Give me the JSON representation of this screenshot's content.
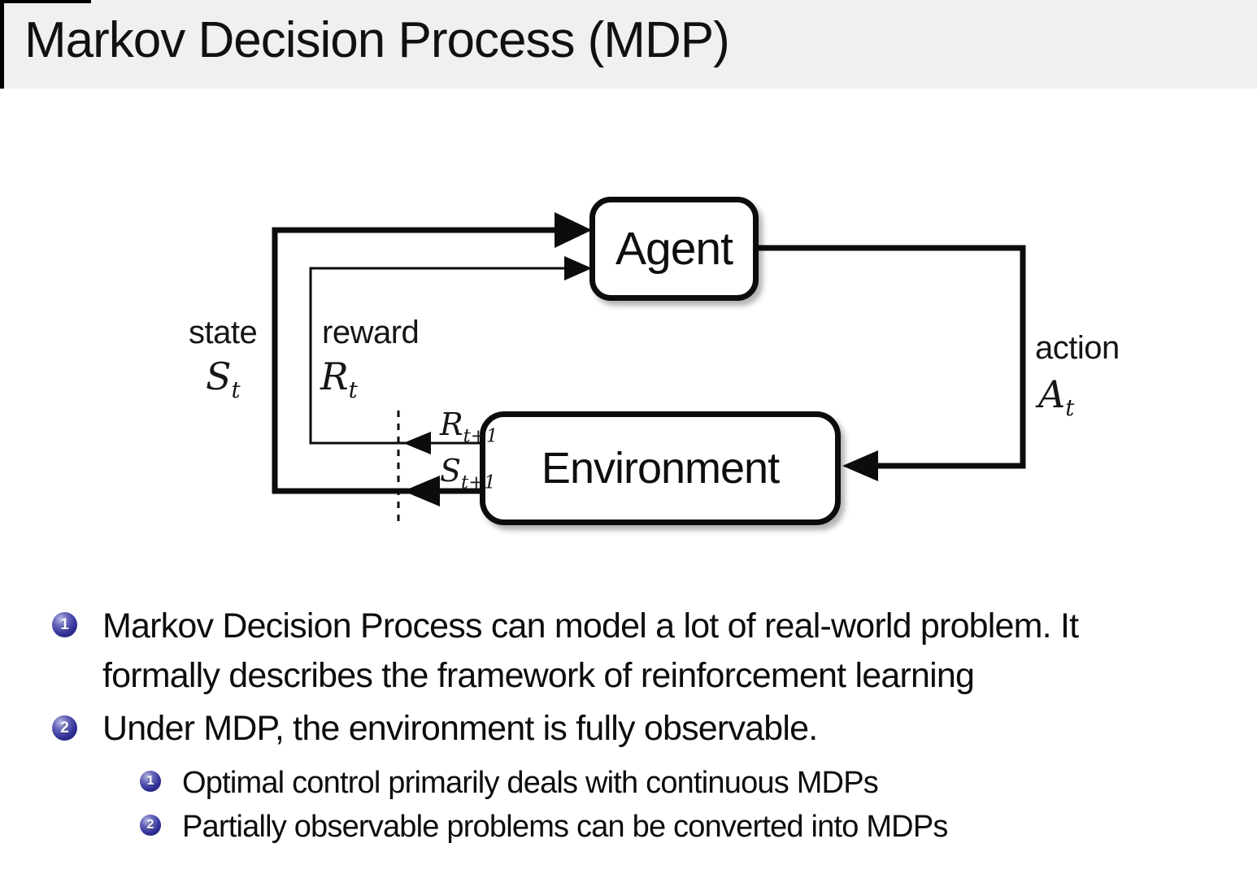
{
  "slide": {
    "title": "Markov Decision Process (MDP)"
  },
  "colors": {
    "title_band": "#f0f0f1",
    "badge_blue": "#30309a",
    "line_black": "#0c0c0c"
  },
  "diagram": {
    "agent_label": "Agent",
    "environment_label": "Environment",
    "state_label": "state",
    "state_symbol": {
      "base": "S",
      "sub": "t"
    },
    "reward_label": "reward",
    "reward_symbol": {
      "base": "R",
      "sub": "t"
    },
    "action_label": "action",
    "action_symbol": {
      "base": "A",
      "sub": "t"
    },
    "next_reward_symbol": {
      "base": "R",
      "sub": "t+1"
    },
    "next_state_symbol": {
      "base": "S",
      "sub": "t+1"
    }
  },
  "bullets": [
    {
      "number": "1",
      "lines": [
        "Markov Decision Process can model a lot of real-world problem. It",
        "formally describes the framework of reinforcement learning"
      ]
    },
    {
      "number": "2",
      "lines": [
        "Under MDP, the environment is fully observable."
      ],
      "sub": [
        {
          "number": "1",
          "lines": [
            "Optimal control primarily deals with continuous MDPs"
          ]
        },
        {
          "number": "2",
          "lines": [
            "Partially observable problems can be converted into MDPs"
          ]
        }
      ]
    }
  ]
}
